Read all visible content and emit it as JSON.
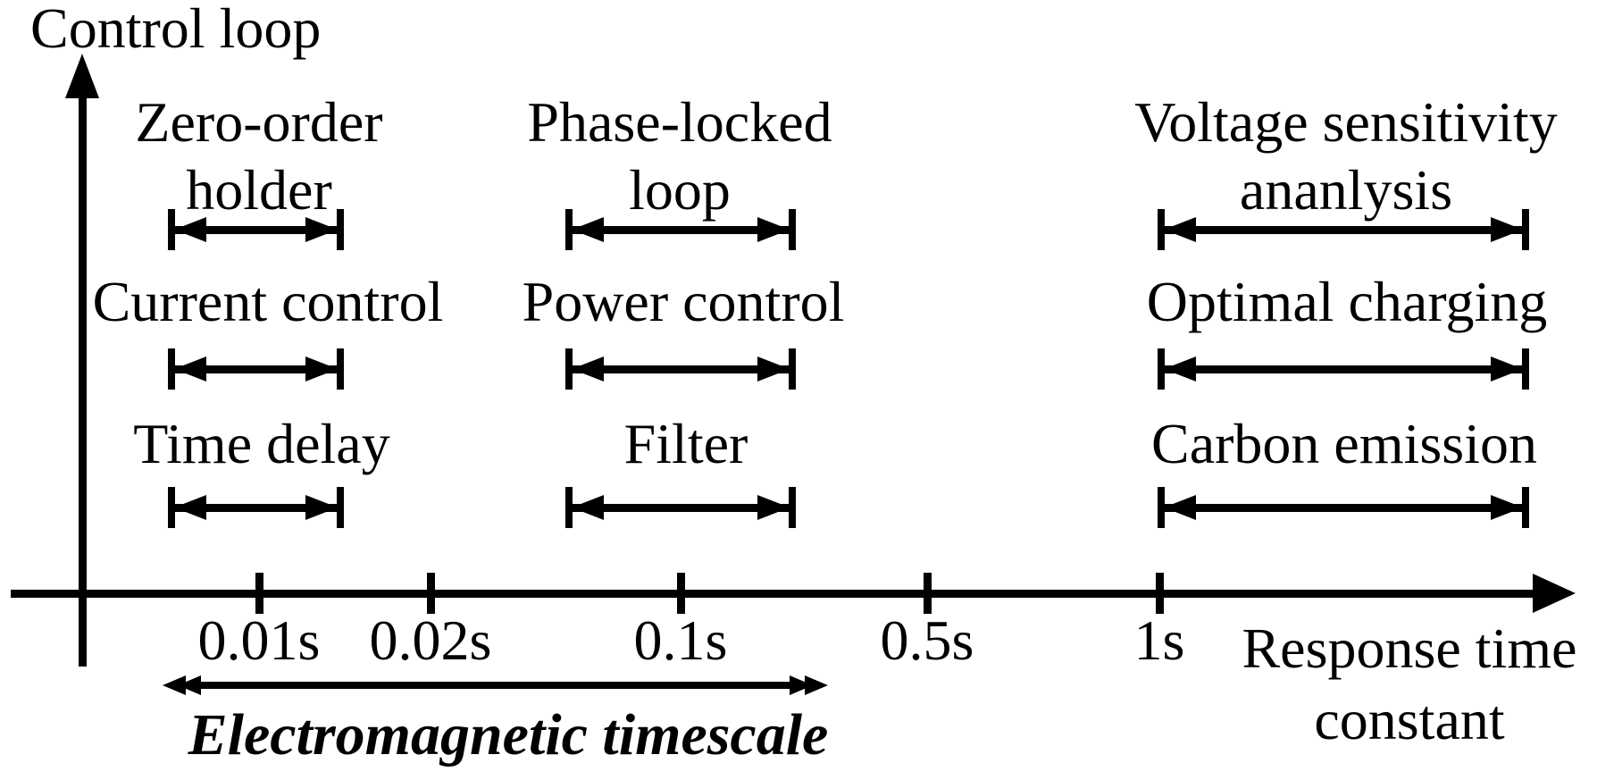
{
  "diagram": {
    "y_axis_label": "Control loop",
    "x_axis_label": "Response time constant",
    "ticks": [
      "0.01s",
      "0.02s",
      "0.1s",
      "0.5s",
      "1s"
    ],
    "em_label": "Electromagnetic timescale",
    "columns": [
      {
        "rows": [
          "Zero-order holder",
          "Current control",
          "Time delay"
        ]
      },
      {
        "rows": [
          "Phase-locked loop",
          "Power control",
          "Filter"
        ]
      },
      {
        "rows": [
          "Voltage sensitivity ananlysis",
          "Optimal charging",
          "Carbon emission"
        ]
      }
    ]
  }
}
